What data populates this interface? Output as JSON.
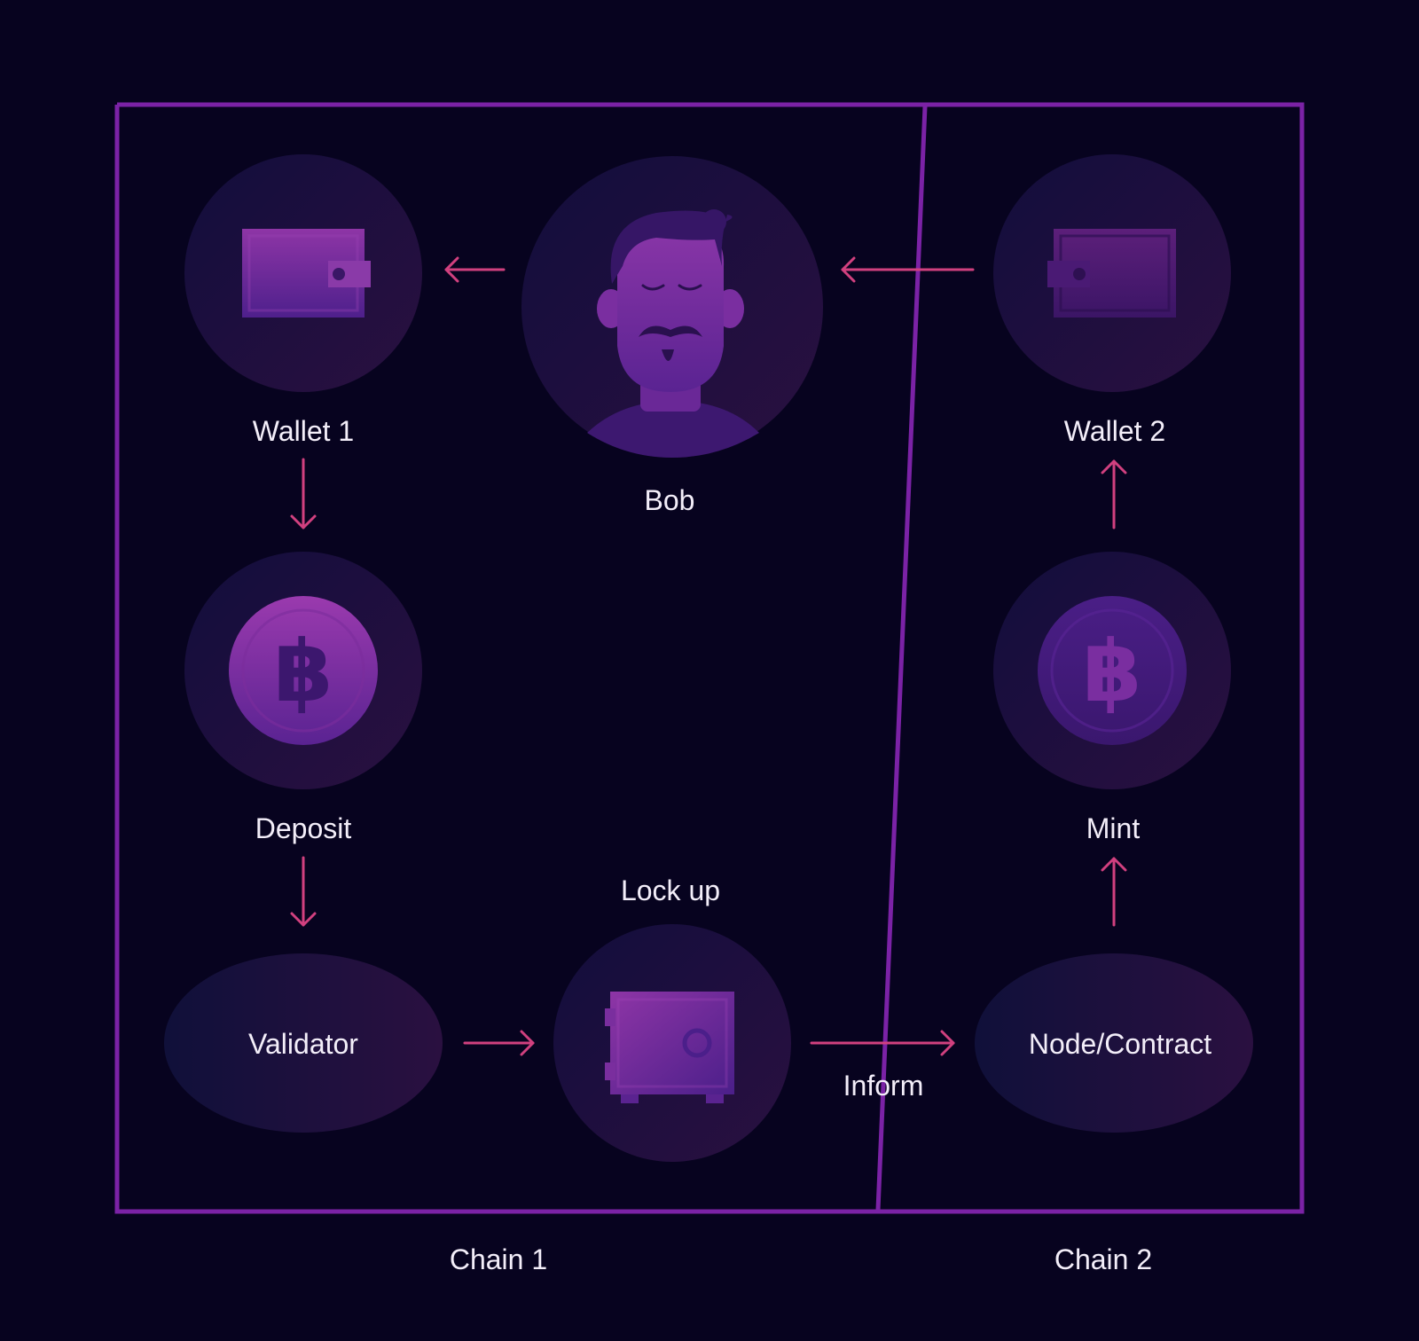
{
  "colors": {
    "background": "#07031f",
    "border": "#7b22a6",
    "arrow": "#d1407f",
    "text": "#f3eef9",
    "icon_violet": "#8a2fa8",
    "icon_indigo": "#4d1f8f"
  },
  "nodes": {
    "wallet1": {
      "label": "Wallet 1",
      "icon": "wallet-icon"
    },
    "bob": {
      "label": "Bob",
      "icon": "person-icon"
    },
    "wallet2": {
      "label": "Wallet 2",
      "icon": "wallet-icon"
    },
    "deposit": {
      "label": "Deposit",
      "icon": "bitcoin-icon"
    },
    "mint": {
      "label": "Mint",
      "icon": "bitcoin-icon"
    },
    "validator": {
      "label": "Validator"
    },
    "lockup": {
      "label": "Lock up",
      "icon": "safe-icon"
    },
    "node_contract": {
      "label": "Node/Contract"
    }
  },
  "edges": [
    {
      "from": "wallet2",
      "to": "bob"
    },
    {
      "from": "bob",
      "to": "wallet1"
    },
    {
      "from": "wallet1",
      "to": "deposit"
    },
    {
      "from": "deposit",
      "to": "validator"
    },
    {
      "from": "validator",
      "to": "lockup"
    },
    {
      "from": "lockup",
      "to": "node_contract",
      "label": "Inform"
    },
    {
      "from": "node_contract",
      "to": "mint"
    },
    {
      "from": "mint",
      "to": "wallet2"
    }
  ],
  "regions": [
    {
      "label": "Chain 1"
    },
    {
      "label": "Chain 2"
    }
  ]
}
